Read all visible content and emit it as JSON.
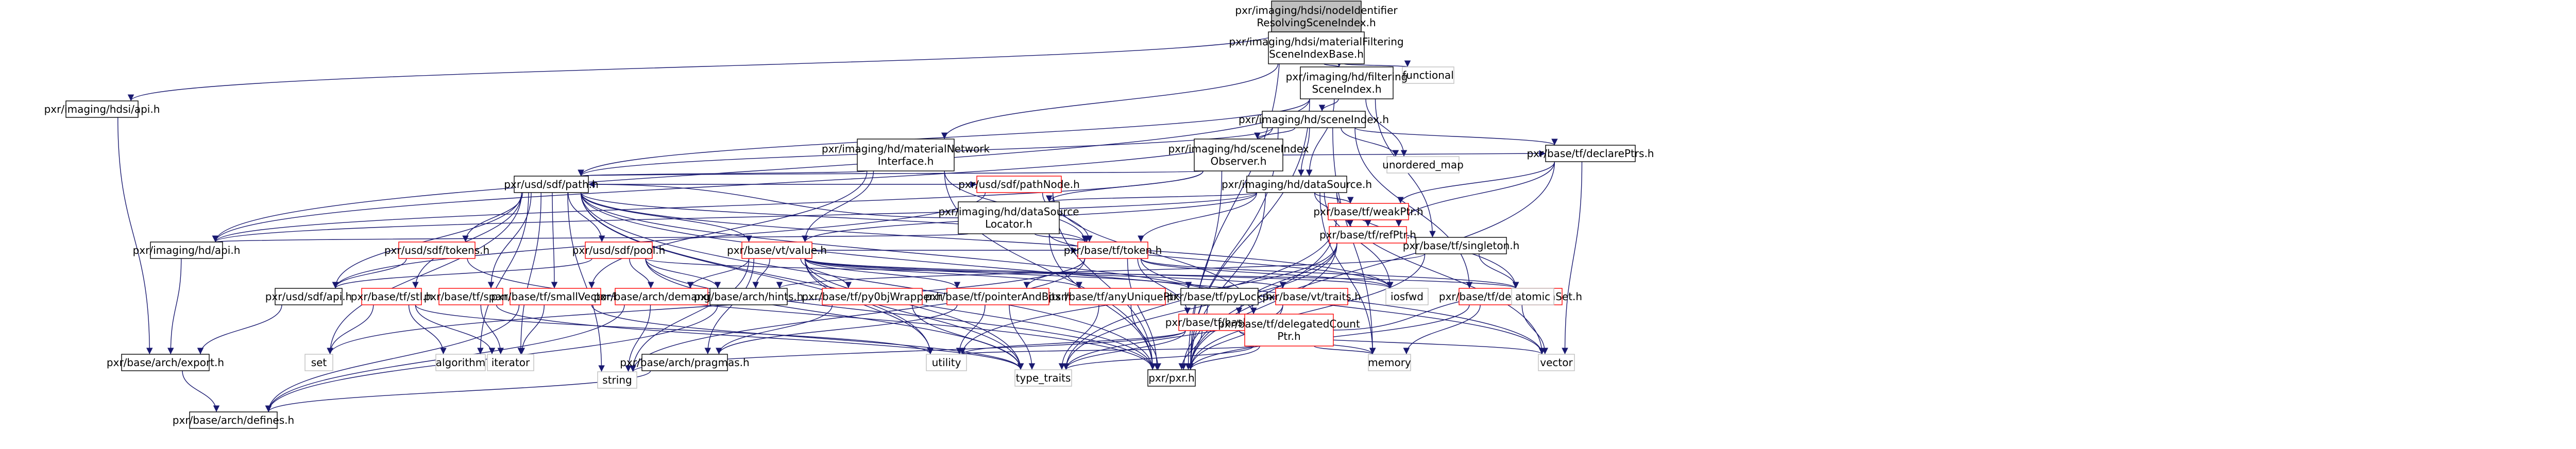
{
  "nodes": [
    {
      "id": "root",
      "lines": [
        "pxr/imaging/hdsi/nodeIdentifier",
        "ResolvingSceneIndex.h"
      ],
      "kind": "root"
    },
    {
      "id": "mfsib",
      "lines": [
        "pxr/imaging/hdsi/materialFiltering",
        "SceneIndexBase.h"
      ],
      "kind": "normal"
    },
    {
      "id": "functional",
      "lines": [
        "functional"
      ],
      "kind": "gray"
    },
    {
      "id": "fsib",
      "lines": [
        "pxr/imaging/hd/filtering",
        "SceneIndex.h"
      ],
      "kind": "normal"
    },
    {
      "id": "hdsiapi",
      "lines": [
        "pxr/imaging/hdsi/api.h"
      ],
      "kind": "normal"
    },
    {
      "id": "sceneidx",
      "lines": [
        "pxr/imaging/hd/sceneIndex.h"
      ],
      "kind": "normal"
    },
    {
      "id": "mni",
      "lines": [
        "pxr/imaging/hd/materialNetwork",
        "Interface.h"
      ],
      "kind": "normal"
    },
    {
      "id": "sio",
      "lines": [
        "pxr/imaging/hd/sceneIndex",
        "Observer.h"
      ],
      "kind": "normal"
    },
    {
      "id": "unordered_map",
      "lines": [
        "unordered_map"
      ],
      "kind": "gray"
    },
    {
      "id": "declptrs",
      "lines": [
        "pxr/base/tf/declarePtrs.h"
      ],
      "kind": "normal"
    },
    {
      "id": "path",
      "lines": [
        "pxr/usd/sdf/path.h"
      ],
      "kind": "normal"
    },
    {
      "id": "datasource",
      "lines": [
        "pxr/imaging/hd/dataSource.h"
      ],
      "kind": "normal"
    },
    {
      "id": "pathnode",
      "lines": [
        "pxr/usd/sdf/pathNode.h"
      ],
      "kind": "red"
    },
    {
      "id": "dsl",
      "lines": [
        "pxr/imaging/hd/dataSource",
        "Locator.h"
      ],
      "kind": "normal"
    },
    {
      "id": "weakptr",
      "lines": [
        "pxr/base/tf/weakPtr.h"
      ],
      "kind": "red"
    },
    {
      "id": "refptr",
      "lines": [
        "pxr/base/tf/refPtr.h"
      ],
      "kind": "red"
    },
    {
      "id": "singleton",
      "lines": [
        "pxr/base/tf/singleton.h"
      ],
      "kind": "normal"
    },
    {
      "id": "hdapi",
      "lines": [
        "pxr/imaging/hd/api.h"
      ],
      "kind": "normal"
    },
    {
      "id": "sdftokens",
      "lines": [
        "pxr/usd/sdf/tokens.h"
      ],
      "kind": "red"
    },
    {
      "id": "vtvalue",
      "lines": [
        "pxr/base/vt/value.h"
      ],
      "kind": "red"
    },
    {
      "id": "tftoken",
      "lines": [
        "pxr/base/tf/token.h"
      ],
      "kind": "red"
    },
    {
      "id": "sdfpool",
      "lines": [
        "pxr/usd/sdf/pool.h"
      ],
      "kind": "red"
    },
    {
      "id": "denseht",
      "lines": [
        "pxr/base/tf/denseHashSet.h"
      ],
      "kind": "red"
    },
    {
      "id": "sdfapi",
      "lines": [
        "pxr/usd/sdf/api.h"
      ],
      "kind": "normal"
    },
    {
      "id": "tfstl",
      "lines": [
        "pxr/base/tf/stl.h"
      ],
      "kind": "red"
    },
    {
      "id": "tfspan",
      "lines": [
        "pxr/base/tf/span.h"
      ],
      "kind": "red"
    },
    {
      "id": "smallvec",
      "lines": [
        "pxr/base/tf/smallVector.h"
      ],
      "kind": "red"
    },
    {
      "id": "demangle",
      "lines": [
        "pxr/base/arch/demangle.h"
      ],
      "kind": "red"
    },
    {
      "id": "archhints",
      "lines": [
        "pxr/base/arch/hints.h"
      ],
      "kind": "normal"
    },
    {
      "id": "pywrapper",
      "lines": [
        "pxr/base/tf/py0bjWrapper.h"
      ],
      "kind": "red"
    },
    {
      "id": "ptrbits",
      "lines": [
        "pxr/base/tf/pointerAndBits.h"
      ],
      "kind": "red"
    },
    {
      "id": "anyunique",
      "lines": [
        "pxr/base/tf/anyUniquePtr.h"
      ],
      "kind": "red"
    },
    {
      "id": "pylock",
      "lines": [
        "pxr/base/tf/pyLock.h"
      ],
      "kind": "normal"
    },
    {
      "id": "vttraits",
      "lines": [
        "pxr/base/vt/traits.h"
      ],
      "kind": "red"
    },
    {
      "id": "iosfwd",
      "lines": [
        "iosfwd"
      ],
      "kind": "gray"
    },
    {
      "id": "atomic",
      "lines": [
        "atomic"
      ],
      "kind": "gray"
    },
    {
      "id": "tfhash",
      "lines": [
        "pxr/base/tf/hash.h"
      ],
      "kind": "red"
    },
    {
      "id": "delegated",
      "lines": [
        "pxr/base/tf/delegatedCount",
        "Ptr.h"
      ],
      "kind": "red"
    },
    {
      "id": "archexport",
      "lines": [
        "pxr/base/arch/export.h"
      ],
      "kind": "normal"
    },
    {
      "id": "pragmas",
      "lines": [
        "pxr/base/arch/pragmas.h"
      ],
      "kind": "normal"
    },
    {
      "id": "pxr",
      "lines": [
        "pxr/pxr.h"
      ],
      "kind": "normal"
    },
    {
      "id": "archdefines",
      "lines": [
        "pxr/base/arch/defines.h"
      ],
      "kind": "normal"
    },
    {
      "id": "set",
      "lines": [
        "set"
      ],
      "kind": "gray"
    },
    {
      "id": "algorithm",
      "lines": [
        "algorithm"
      ],
      "kind": "gray"
    },
    {
      "id": "iterator",
      "lines": [
        "iterator"
      ],
      "kind": "gray"
    },
    {
      "id": "string",
      "lines": [
        "string"
      ],
      "kind": "gray"
    },
    {
      "id": "utility",
      "lines": [
        "utility"
      ],
      "kind": "gray"
    },
    {
      "id": "type_traits",
      "lines": [
        "type_traits"
      ],
      "kind": "gray"
    },
    {
      "id": "memory",
      "lines": [
        "memory"
      ],
      "kind": "gray"
    },
    {
      "id": "vector",
      "lines": [
        "vector"
      ],
      "kind": "gray"
    }
  ]
}
